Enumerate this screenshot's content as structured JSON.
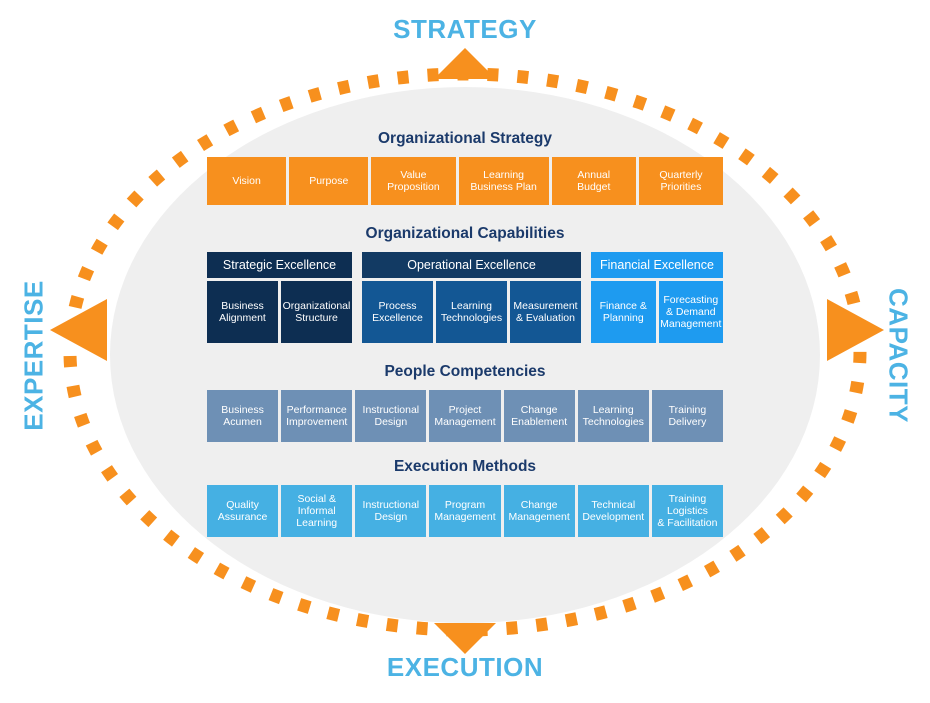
{
  "directions": {
    "top": "STRATEGY",
    "right": "CAPACITY",
    "bottom": "EXECUTION",
    "left": "EXPERTISE"
  },
  "colors": {
    "direction_label": "#4CB3E4",
    "arrow": "#F7901E",
    "ring_dash": "#F7901E",
    "oval_fill": "#EFEFEF",
    "section_title": "#1B3A6B",
    "orange_box": "#F7901E",
    "navy_dark_box": "#0D2E52",
    "navy_box": "#123A63",
    "blue_mid_box": "#135794",
    "blue_bright_box": "#1E9BF0",
    "steel_box": "#6E90B5",
    "sky_box": "#45B0E3"
  },
  "sections": [
    {
      "id": "organizational-strategy",
      "title": "Organizational Strategy",
      "items": [
        {
          "label": "Vision"
        },
        {
          "label": "Purpose"
        },
        {
          "label": "Value\nProposition"
        },
        {
          "label": "Learning\nBusiness Plan"
        },
        {
          "label": "Annual\nBudget"
        },
        {
          "label": "Quarterly\nPriorities"
        }
      ]
    },
    {
      "id": "organizational-capabilities",
      "title": "Organizational Capabilities",
      "groups": [
        {
          "header": "Strategic Excellence",
          "items": [
            {
              "label": "Business\nAlignment"
            },
            {
              "label": "Organizational\nStructure"
            }
          ]
        },
        {
          "header": "Operational Excellence",
          "items": [
            {
              "label": "Process\nExcellence"
            },
            {
              "label": "Learning\nTechnologies"
            },
            {
              "label": "Measurement\n& Evaluation"
            }
          ]
        },
        {
          "header": "Financial Excellence",
          "items": [
            {
              "label": "Finance &\nPlanning"
            },
            {
              "label": "Forecasting\n& Demand\nManagement"
            }
          ]
        }
      ]
    },
    {
      "id": "people-competencies",
      "title": "People Competencies",
      "items": [
        {
          "label": "Business\nAcumen"
        },
        {
          "label": "Performance\nImprovement"
        },
        {
          "label": "Instructional\nDesign"
        },
        {
          "label": "Project\nManagement"
        },
        {
          "label": "Change\nEnablement"
        },
        {
          "label": "Learning\nTechnologies"
        },
        {
          "label": "Training\nDelivery"
        }
      ]
    },
    {
      "id": "execution-methods",
      "title": "Execution Methods",
      "items": [
        {
          "label": "Quality\nAssurance"
        },
        {
          "label": "Social &\nInformal\nLearning"
        },
        {
          "label": "Instructional\nDesign"
        },
        {
          "label": "Program\nManagement"
        },
        {
          "label": "Change\nManagement"
        },
        {
          "label": "Technical\nDevelopment"
        },
        {
          "label": "Training\nLogistics\n& Facilitation"
        }
      ]
    }
  ]
}
